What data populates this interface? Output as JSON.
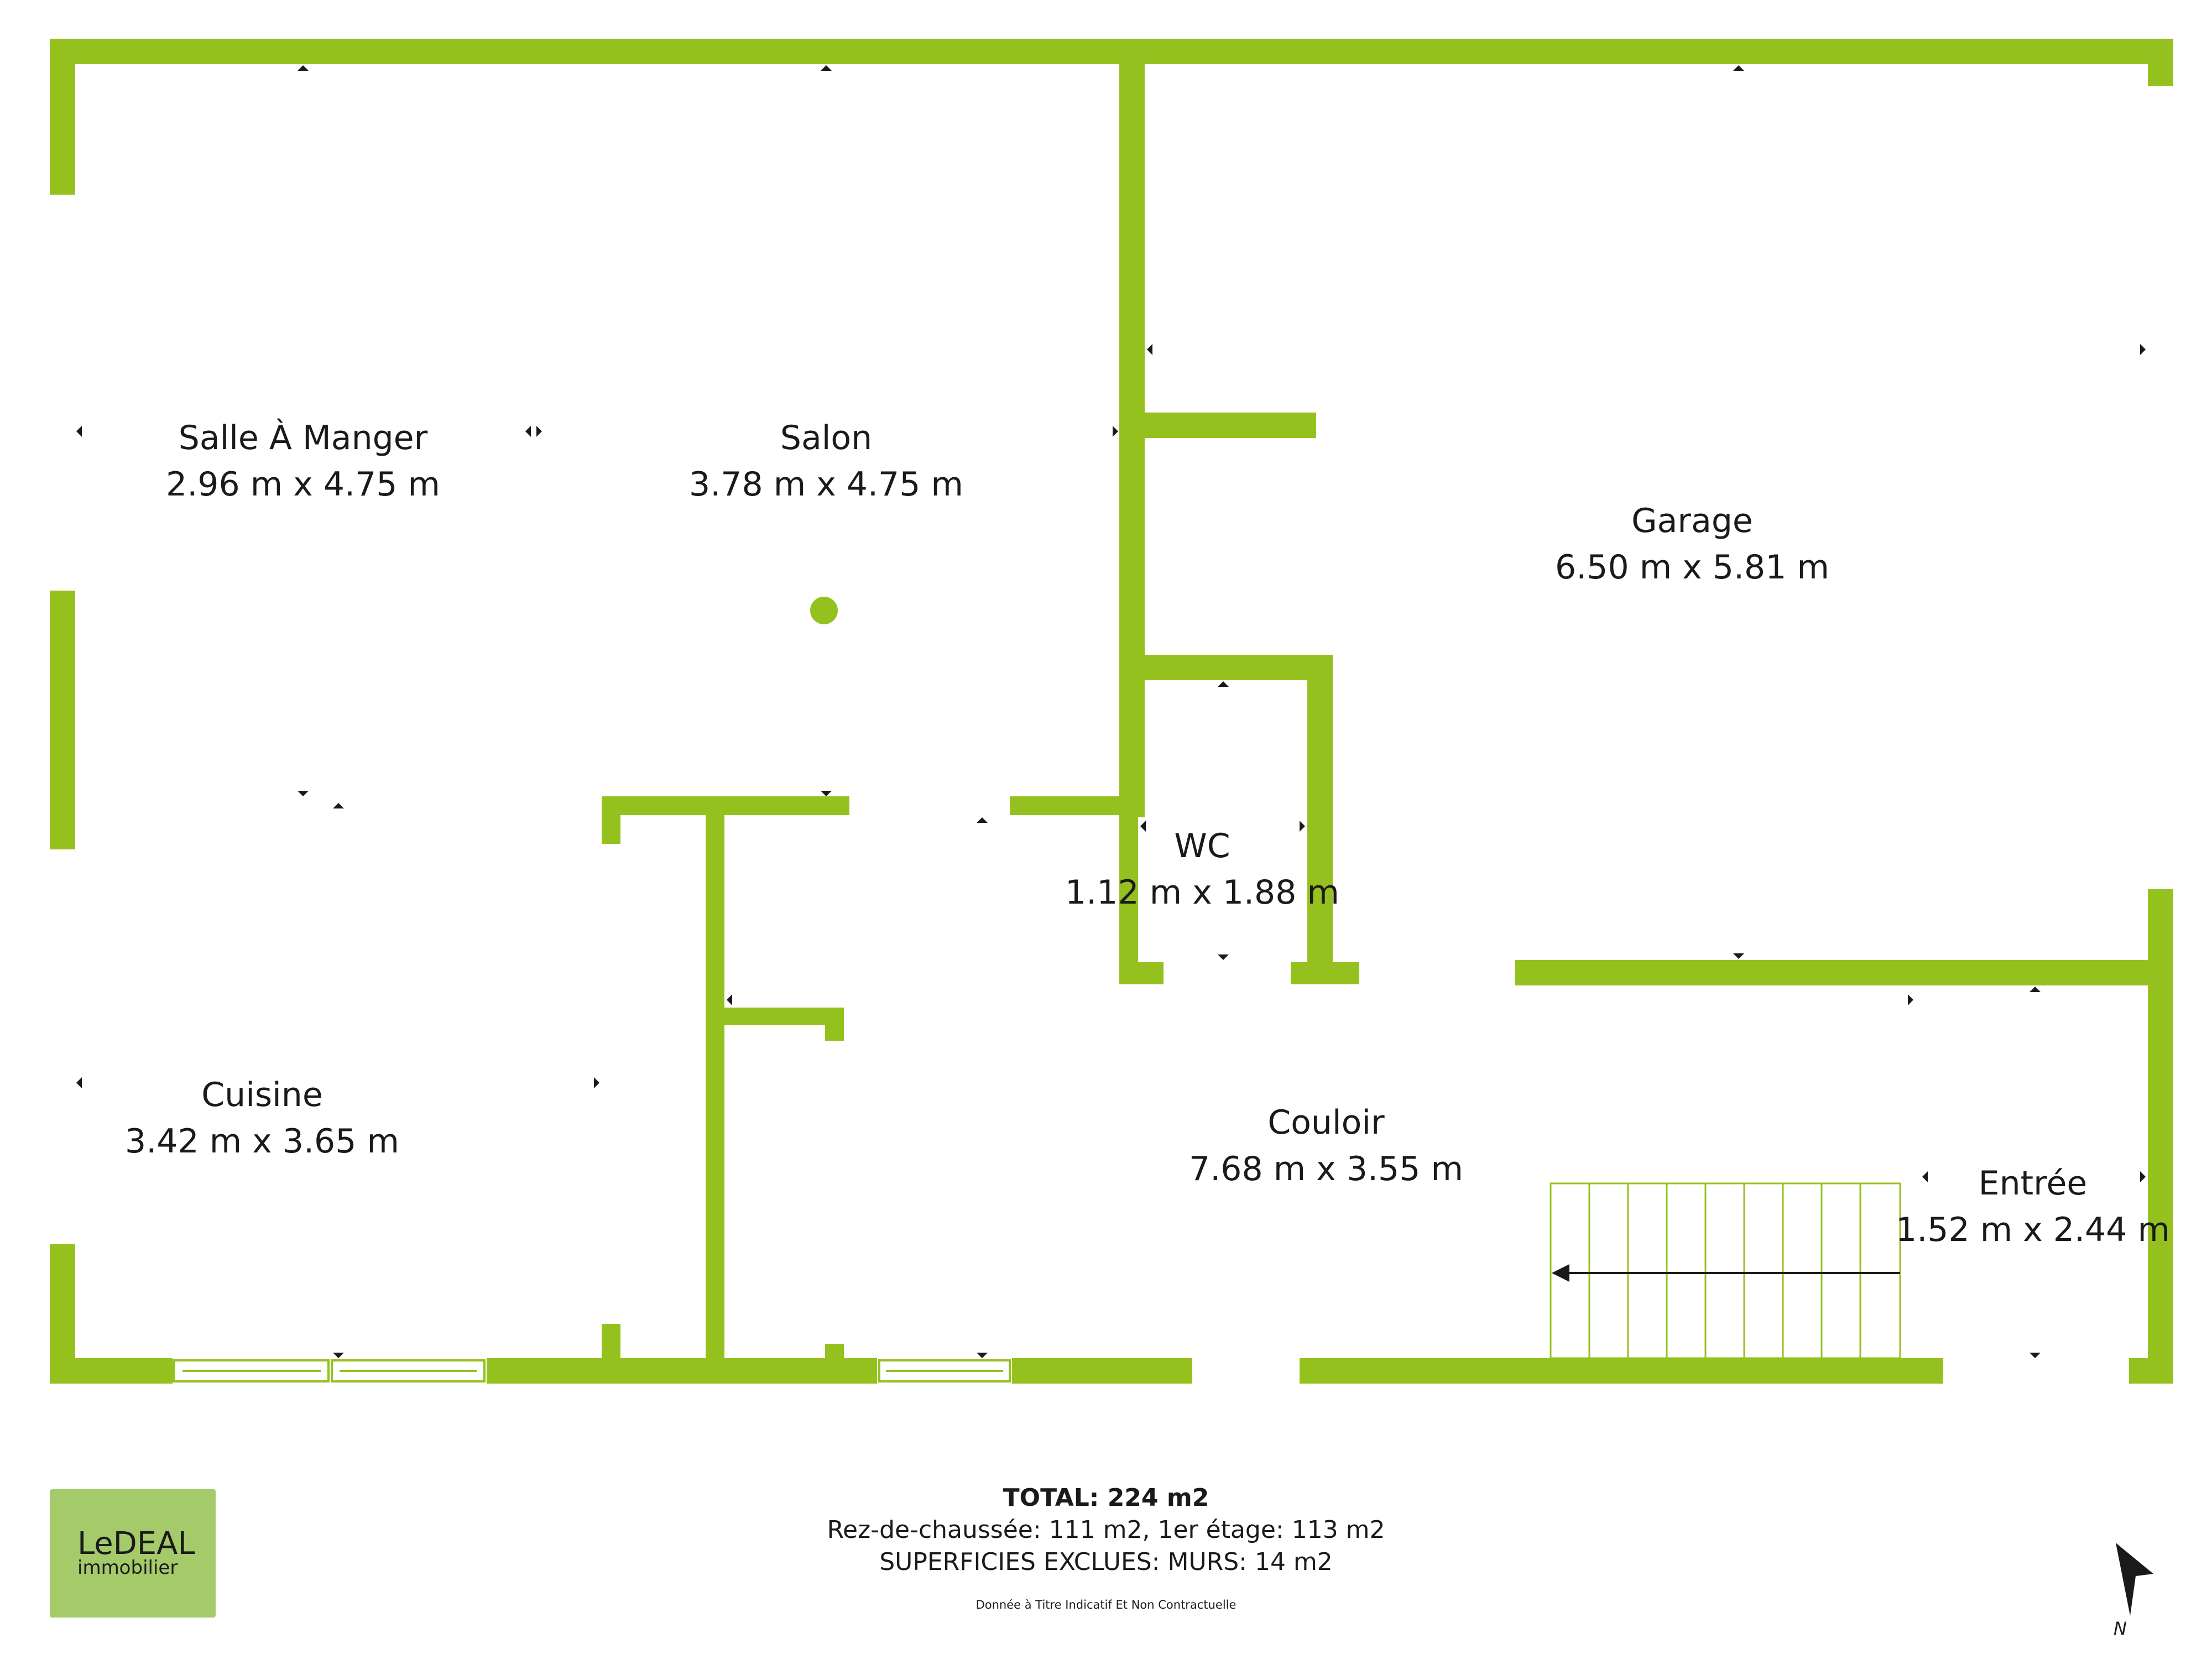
{
  "colors": {
    "wall": "#95c11f",
    "logo_bg": "#a4ca6a",
    "text": "#1a1a1a",
    "opening": "#ffffff"
  },
  "rooms": {
    "salle_a_manger": {
      "name": "Salle À Manger",
      "dims": "2.96 m x 4.75 m"
    },
    "salon": {
      "name": "Salon",
      "dims": "3.78 m x 4.75 m"
    },
    "garage": {
      "name": "Garage",
      "dims": "6.50 m x 5.81 m"
    },
    "wc": {
      "name": "WC",
      "dims": "1.12 m x 1.88 m"
    },
    "cuisine": {
      "name": "Cuisine",
      "dims": "3.42 m x 3.65 m"
    },
    "couloir": {
      "name": "Couloir",
      "dims": "7.68 m x 3.55 m"
    },
    "entree": {
      "name": "Entrée",
      "dims": "1.52 m x 2.44 m"
    }
  },
  "summary": {
    "total": "TOTAL: 224 m2",
    "floors": "Rez-de-chaussée: 111 m2, 1er étage: 113 m2",
    "excluded": "SUPERFICIES EXCLUES: MURS: 14 m2",
    "disclaimer": "Donnée à Titre Indicatif Et Non Contractuelle"
  },
  "logo": {
    "brand": "LeDEAL",
    "sub": "immobilier"
  },
  "compass": {
    "label": "N",
    "icon": "north-arrow-icon"
  }
}
